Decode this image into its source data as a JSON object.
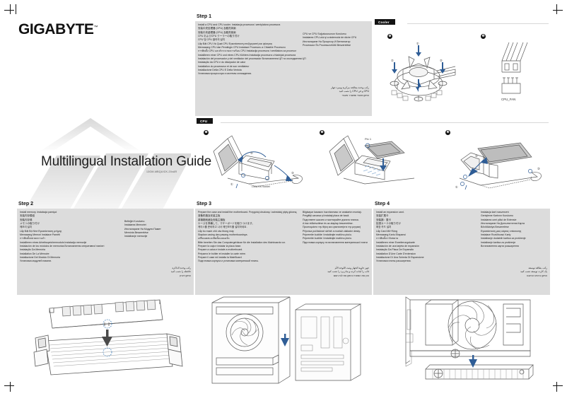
{
  "cover": {
    "brand": "GIGABYTE",
    "brand_tm": "™",
    "title": "Multilingual Installation Guide",
    "doc_code": "13GM-MBQUICK-20xAR"
  },
  "sections": {
    "cooler_tag": "Cooler",
    "cpu_tag": "CPU"
  },
  "figures": {
    "cpu_socket_label": "LGA1700 Socket",
    "cpu_pin1_label": "Pin 1",
    "cpu_fan_label": "CPU_FAN",
    "markers": {
      "m1": "❶",
      "m2": "❷",
      "m3": "❸",
      "m4": "❹",
      "m5": "❺"
    },
    "sub_markers": {
      "s1": "①",
      "s2": "②",
      "s3": "③"
    }
  },
  "step1": {
    "title": "Step 1",
    "left_lines": [
      "Install a CPU and CPU cooler. Instalacja procesora i wentylatora procesora",
      "安装中央处理器 (CPU) 及散热风扇",
      "安裝中央處理器 (CPU) 及散熱風扇",
      "CPU およびCPU クーラーの取り付け",
      "CPU 및 CPU 쿨러의 설치",
      "Lắp Đặt CPU Và Quạt CPU Εγκατάσταση επεξεργαστή και ψύκτρας",
      "Memasang CPU dan Pendingin CPU Instalace Procesoru a Chladiče Procesoru",
      "การติดตั้ง CPU และตัวระบายความร้อน CPU Instalacija procesora i ventilatora za procesor",
      "Installieren einer CPU und eines CPU-Kühlers Instalacija procesora u hladnjak procesora",
      "Instalación del procesador y del ventilador del procesador Встановлення ЦП та охолодження ЦП",
      "Instalação da CPU e do dissipador de calor",
      "Installation du processeur et de son ventilateur",
      "Installazione Della CPU E Della Ventola",
      "Установка процессора и системы охлаждения."
    ],
    "right_lines": [
      "CPU ve CPU Soğutucusunun Kurulumu",
      "Instalarea CPU-ului şi a sistemului de răcire CPU",
      "Инсталиране На Процесор И Вентилатор",
      "Processzor És Processzorhűtő Beszerelése"
    ],
    "rtl_lines": [
      "ركب وحدة معالجة مركزية ومبرد جهاز",
      "CPU و فن CPU را نصب کنید",
      "התקן מעבד ומאוורר מעבד"
    ]
  },
  "step2": {
    "title": "Step 2",
    "left_lines": [
      "Install memory. Instalacja pamięci",
      "安装内存模组",
      "安裝內存條",
      "メモリの取り付け",
      "메모리 설치",
      "Lắp Đặt Bộ Nhớ Εγκατάσταση μνήμης",
      "Memasang Memori Instalace Paměti",
      "การติดตั้งหน่วยความจำ",
      "Installieren eines Arbeitsspeichermoduls Instalacija memorije",
      "Instalación de los módulos de memorias Встановлення оперативної пам'яті",
      "Instalação Da Memória",
      "Installation De La Mémoire",
      "Installazione Del Modulo Di Memoria",
      "Установка модулей памяти."
    ],
    "right_lines": [
      "Belleğin Kurulumu",
      "Instalarea Memoriei",
      "Инсталиране На Модули Памет",
      "Memória Beszerelése",
      "Instaliranje memorije"
    ],
    "rtl_lines": [
      "ركب وحدة الذاكرة",
      "حافظه را نصب کنید",
      "התקן זיכרון"
    ]
  },
  "step3": {
    "title": "Step 3",
    "left_lines": [
      "Prepare the case and install the motherboard. Przygotuj obudowę i zainstaluj płytę główną",
      "准备机箱及安装主板",
      "將機箱就緒及安裝主機板",
      "ケースを準備して、マザーボードを取りつけます。",
      "케이스를 준비하고 나서 메인보드를 설치하세요 .",
      "Lắp bo mạch chủ vào thùng máy",
      "Siapkan casing dan pasang motherboardnya.",
      "เตรียมเคสและติดตั้งเมนบอร์ด",
      "Bitte bereiten Sie das Computergehäuse für die Installation des Mainboards vor.",
      "Prepare la caja e instalar la placa base.",
      "Prepare a caixa e instale a motherboard.",
      "Préparez le boîtier et installer la carte mère.",
      "Prepare il case ed installa la MainBoard",
      "Подготовка корпуса и установка материнской платы."
    ],
    "right_lines": [
      "Bilgisayar kasasını hazırlanması ve anakartın montajı.",
      "Pregătiţi carcasa şi instalaţi placa de bază.",
      "Подгответе шасито и монтирайте дъната платка.",
      "A ház előkészítése és az alaplap beszerelése.",
      "Προετοιμάστε την θήκη και εγκαταστήστε την μητρική",
      "Příprava počítačové skříně a montáž základní desky.",
      "Pripremite kućište i instalirajte matičnu ploču.",
      "Pripremite kućište i instalirajte matičnu ploču.",
      "Підготовка корпусу та встановлення материнської плати"
    ],
    "rtl_lines": [
      "جهز حاوية الجهاز وثبت اللوحة الأم",
      "قاب را آماده کرده و مادربرد را نصب کنید",
      "הכן את המארז והתקן את לוח האם"
    ]
  },
  "step4": {
    "title": "Step 4",
    "left_lines": [
      "Install an expansion card.",
      "安装扩展卡",
      "安裝擴：展卡",
      "拡張カードの取り付け",
      "확장 카드 설치",
      "Lắp Card Mở Rộng",
      "Memasang Kartu Ekspansi",
      "การติดตั้งการ์ดขยาย",
      "Installieren einer Erweiterungskarte",
      "Instalación de una tarjeta de expansión",
      "Instalação Da Placa De Expansão",
      "Installation D'Une Carte D'extension",
      "Installazione Di Una Scheda Di Espansione",
      "Установка платы расширения."
    ],
    "right_lines": [
      "Instalacja kart rozszerzeń",
      "Genişleme Kartının Kurulumu",
      "Instalarea unei plăci de Extensie",
      "Инсталиране На Допълнителна Карта",
      "Bővítőkártya Beszerelése",
      "Εγκατάσταση μιας κάρτας επέκτασης",
      "Instalace Rozšiřovací Karty",
      "Instaliranje dodatnih kartica za proširenje",
      "Instaliranje kartica za proširenje",
      "Встановлення карти розширення"
    ],
    "rtl_lines": [
      "ركب بطاقة توسعة",
      "یک کارت توسعه نصب کنید",
      "התקן כרטיס הרחבה"
    ]
  }
}
